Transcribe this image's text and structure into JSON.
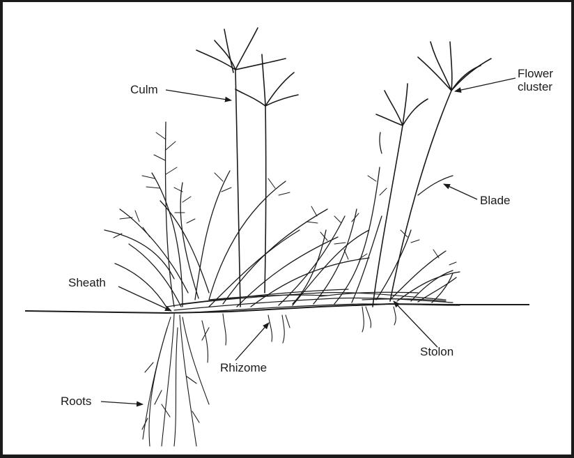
{
  "labels": {
    "culm": "Culm",
    "flower_cluster_line1": "Flower",
    "flower_cluster_line2": "cluster",
    "blade": "Blade",
    "sheath": "Sheath",
    "stolon": "Stolon",
    "rhizome": "Rhizome",
    "roots": "Roots"
  },
  "colors": {
    "ink": "#1a1a1a",
    "background": "#ffffff"
  }
}
